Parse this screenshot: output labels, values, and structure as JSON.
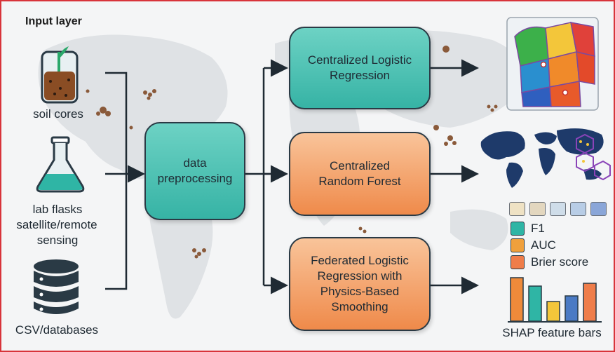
{
  "header": {
    "title": "Input layer"
  },
  "inputs": {
    "soil": "soil cores",
    "flask": "lab flasks",
    "satellite_1": "satellite/remote",
    "satellite_2": "sensing",
    "csv": "CSV/databases"
  },
  "boxes": {
    "preprocessing_1": "data",
    "preprocessing_2": "preprocessing",
    "clr_1": "Centralized Logistic",
    "clr_2": "Regression",
    "crf_1": "Centralized",
    "crf_2": "Random Forest",
    "flr_1": "Federated Logistic",
    "flr_2": "Regression with",
    "flr_3": "Physics-Based",
    "flr_4": "Smoothing"
  },
  "legend": {
    "f1": "F1",
    "auc": "AUC",
    "brier": "Brier score"
  },
  "shap_caption": "SHAP feature bars",
  "colors": {
    "teal": "#36b3a5",
    "orange": "#ef8a4a",
    "frame": "#d8343a",
    "f1": "#2fb5a5",
    "auc": "#f0a03c",
    "brier": "#ef7d4a"
  },
  "icons": [
    "soil-beaker-icon",
    "lab-flask-icon",
    "database-icon",
    "hex-heatmap-icon",
    "world-map-icon"
  ]
}
